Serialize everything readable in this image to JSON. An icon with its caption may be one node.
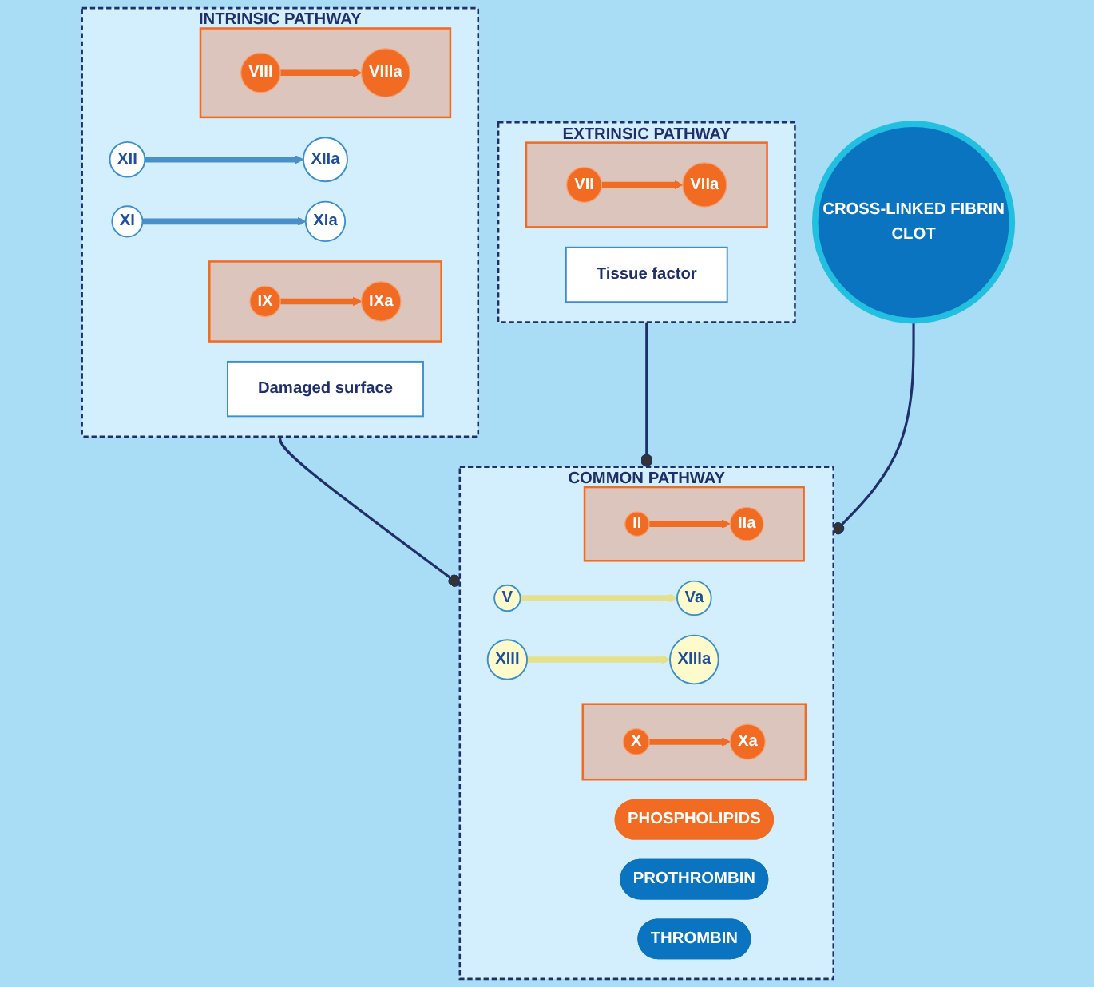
{
  "diagram": {
    "nodes": [
      {
        "text": [
          "INTRINSIC PATHWAY"
        ]
      },
      {
        "text": [
          "XII"
        ],
        "in": 0
      },
      {
        "text": [
          "XIIa"
        ],
        "in": 0
      },
      {
        "text": [
          "Damaged surface"
        ],
        "in": 0
      },
      {
        "text": [
          "XI"
        ],
        "in": 0
      },
      {
        "text": [
          "XIa"
        ],
        "in": 0
      },
      {
        "text": [],
        "shape": "box",
        "in": 0
      },
      {
        "text": [
          "IX"
        ],
        "in": 6
      },
      {
        "text": [
          "IXa"
        ],
        "in": 6
      },
      {
        "text": [],
        "shape": "box",
        "in": 0
      },
      {
        "text": [
          "VIII"
        ],
        "in": 9
      },
      {
        "text": [
          "VIIIa"
        ],
        "in": 9
      },
      {
        "text": [
          "EXTRINSIC PATHWAY"
        ]
      },
      {
        "text": [
          "Tissue factor"
        ],
        "in": 12
      },
      {
        "text": [],
        "shape": "box",
        "in": 12
      },
      {
        "text": [
          "VII"
        ],
        "in": 14
      },
      {
        "text": [
          "VIIa"
        ],
        "in": 14
      },
      {
        "text": [
          "COMMON PATHWAY"
        ]
      },
      {
        "text": [],
        "shape": "box",
        "in": 17
      },
      {
        "text": [
          "X"
        ],
        "in": 18
      },
      {
        "text": [
          "Xa"
        ],
        "in": 18
      },
      {
        "text": [
          "PHOSPHOLIPIDS"
        ],
        "in": 17
      },
      {
        "text": [
          "V"
        ],
        "in": 17
      },
      {
        "text": [
          "Va"
        ],
        "in": 17
      },
      {
        "text": [
          "PROTHROMBIN"
        ],
        "in": 17
      },
      {
        "text": [],
        "shape": "box",
        "in": 17
      },
      {
        "text": [
          "II"
        ],
        "in": 25
      },
      {
        "text": [
          "IIa"
        ],
        "in": 25
      },
      {
        "text": [
          "THROMBIN"
        ],
        "in": 17
      },
      {
        "text": [
          "XIII"
        ],
        "in": 17
      },
      {
        "text": [
          "XIIIa"
        ],
        "in": 17
      },
      {
        "text": [
          "CROSS-LINKED FIBRIN",
          "CLOT"
        ]
      }
    ],
    "edges": [
      {
        "from": 1,
        "to": 2,
        "arrow": "to",
        "color": "#4a90c8"
      },
      {
        "from": 4,
        "to": 5,
        "arrow": "to",
        "color": "#4a90c8"
      },
      {
        "from": 7,
        "to": 8,
        "arrow": "to"
      },
      {
        "from": 10,
        "to": 11,
        "arrow": "to"
      },
      {
        "from": 15,
        "to": 16,
        "arrow": "to"
      },
      {
        "from": 19,
        "to": 20,
        "arrow": "to"
      },
      {
        "from": 22,
        "to": 23,
        "arrow": "to",
        "color": "#e6e08a"
      },
      {
        "from": 26,
        "to": 27,
        "arrow": "to"
      },
      {
        "from": 29,
        "to": 30,
        "arrow": "to",
        "color": "#e6e08a"
      },
      {
        "from": 0,
        "to": 17,
        "arrow": "other",
        "color": "#1f2f6b"
      },
      {
        "from": 12,
        "to": 17,
        "arrow": "other",
        "color": "#1f2f6b"
      },
      {
        "from": 31,
        "to": 17,
        "arrow": "other",
        "color": "#1f2f6b"
      }
    ]
  }
}
